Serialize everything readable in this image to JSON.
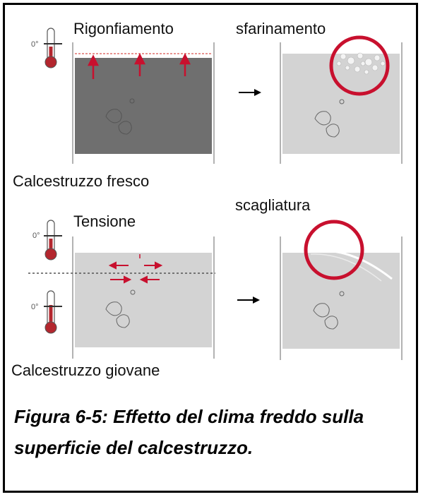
{
  "labels": {
    "rigonfiamento": "Rigonfiamento",
    "sfarinamento": "sfarinamento",
    "fresco": "Calcestruzzo fresco",
    "tensione": "Tensione",
    "scagliatura": "scagliatura",
    "giovane": "Calcestruzzo giovane",
    "deg": "0°"
  },
  "caption": {
    "line1": "Figura 6-5: Effetto del clima freddo sulla",
    "line2": "superficie del calcestruzzo."
  },
  "colors": {
    "dark_concrete": "#6f6f6f",
    "light_concrete": "#d3d3d3",
    "red": "#c8102e",
    "thermometer": "#b3262e"
  }
}
